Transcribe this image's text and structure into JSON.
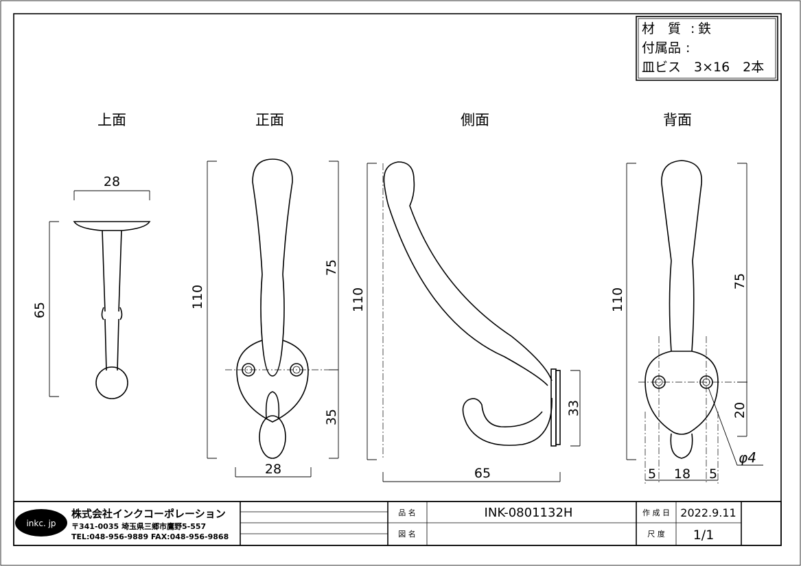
{
  "spec_box": {
    "material_label": "材　質",
    "material_value": "鉄",
    "accessory_label": "付属品",
    "screw": "皿ビス　3×16　2本"
  },
  "views": {
    "top": "上面",
    "front": "正面",
    "side": "側面",
    "back": "背面"
  },
  "dimensions": {
    "top_width": "28",
    "top_height": "65",
    "front_total": "110",
    "front_upper": "75",
    "front_lower": "35",
    "front_width": "28",
    "side_total": "110",
    "side_depth": "65",
    "side_plate": "33",
    "back_total": "110",
    "back_upper": "75",
    "back_lower": "20",
    "back_hole": "φ4",
    "back_left": "5",
    "back_mid": "18",
    "back_right": "5"
  },
  "title_block": {
    "logo": "inkc. jp",
    "company": "株式会社インクコーポレーション",
    "address": "〒341-0035 埼玉県三郷市鷹野5-557",
    "phone": "TEL:048-956-9889 FAX:048-956-9868",
    "product_label": "品 名",
    "product_value": "INK-0801132H",
    "drawing_label": "図 名",
    "drawing_value": "",
    "date_label": "作 成 日",
    "date_value": "2022.9.11",
    "scale_label": "尺 度",
    "scale_value": "1/1"
  }
}
